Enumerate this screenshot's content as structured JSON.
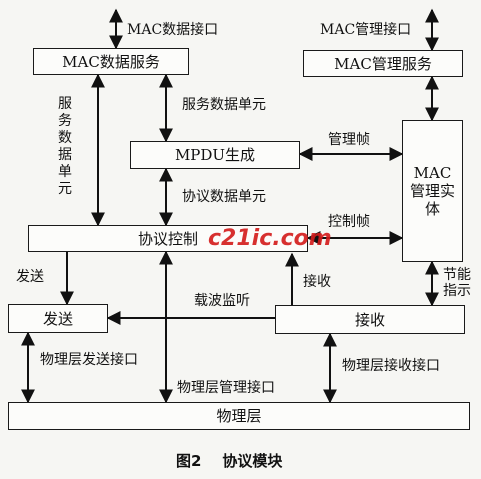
{
  "boxes": {
    "mac_data_service": "MAC数据服务",
    "mac_mgmt_service": "MAC管理服务",
    "mpdu_gen": "MPDU生成",
    "mac_mgmt_entity": "MAC\n管理实体",
    "protocol_control": "协议控制",
    "send": "发送",
    "receive": "接收",
    "phy_layer": "物理层"
  },
  "labels": {
    "mac_data_if": "MAC数据接口",
    "mac_mgmt_if": "MAC管理接口",
    "service_data_unit_v": "服务数据单元",
    "service_data_unit": "服务数据单元",
    "mgmt_frame": "管理帧",
    "protocol_data_unit": "协议数据单元",
    "control_frame": "控制帧",
    "send_label": "发送",
    "receive_label": "接收",
    "power_save": "节能\n指示",
    "carrier_sense": "载波监听",
    "phy_send_if": "物理层发送接口",
    "phy_mgmt_if": "物理层管理接口",
    "phy_recv_if": "物理层接收接口"
  },
  "caption": "图2    协议模块",
  "watermark": "c21ic.com"
}
